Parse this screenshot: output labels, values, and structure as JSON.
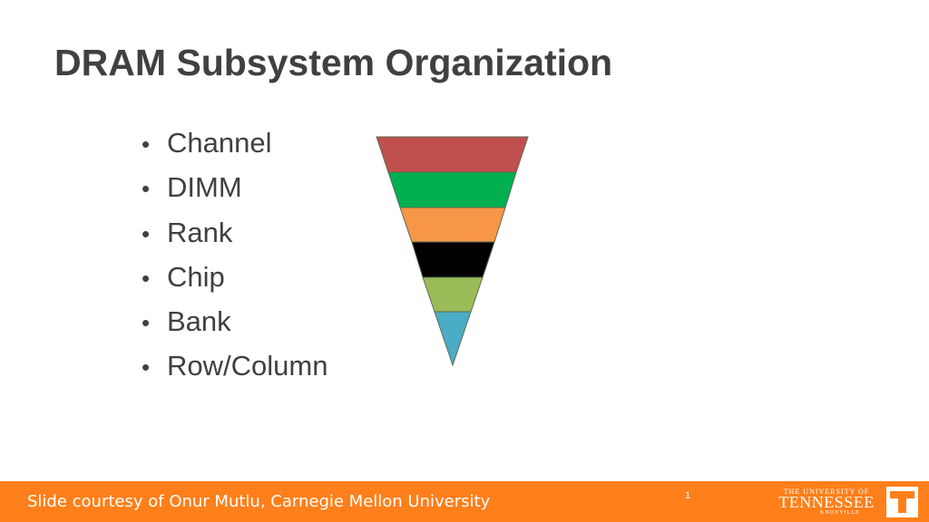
{
  "slide": {
    "title": "DRAM Subsystem Organization",
    "bullets": [
      "Channel",
      "DIMM",
      "Rank",
      "Chip",
      "Bank",
      "Row/Column"
    ],
    "bullet_char": "•"
  },
  "pyramid": {
    "levels": [
      {
        "name": "channel",
        "color": "#c0504d"
      },
      {
        "name": "dimm",
        "color": "#00b050"
      },
      {
        "name": "rank",
        "color": "#f79646"
      },
      {
        "name": "chip",
        "color": "#000000"
      },
      {
        "name": "bank",
        "color": "#9bbb59"
      },
      {
        "name": "row-column",
        "color": "#4bacc6"
      }
    ]
  },
  "footer": {
    "credit": "Slide courtesy of Onur Mutlu, Carnegie Mellon University",
    "page_number": "1",
    "bar_color": "#ff7f1a",
    "logo": {
      "line1": "THE UNIVERSITY OF",
      "line2": "TENNESSEE",
      "line3": "KNOXVILLE",
      "icon": "power-t-logo-icon"
    }
  }
}
